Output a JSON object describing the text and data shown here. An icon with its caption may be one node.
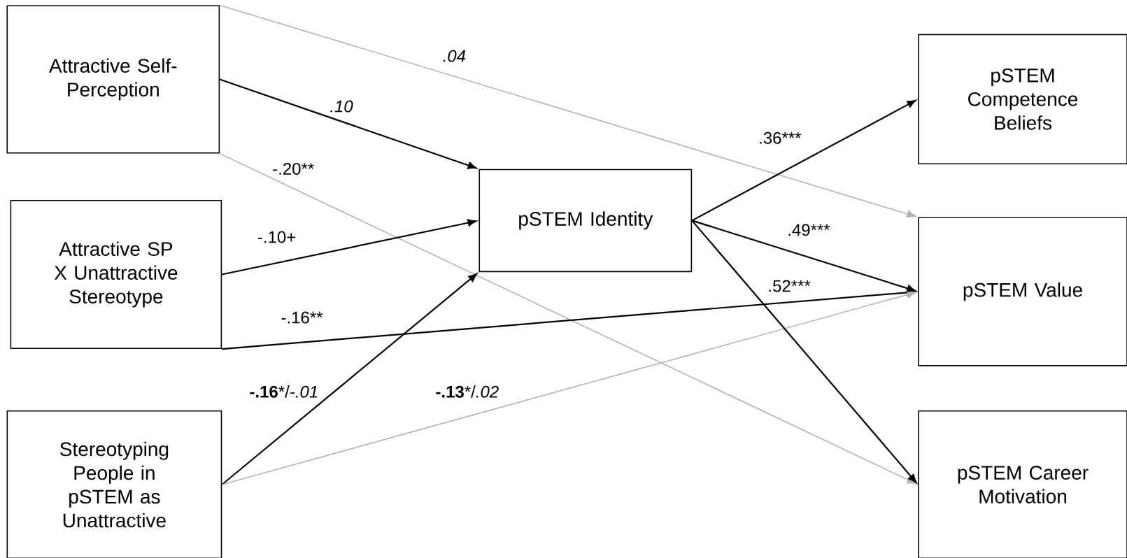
{
  "diagram": {
    "nodes": [
      {
        "text": [
          "Attractive Self-Perception"
        ]
      },
      {
        "text": [
          "Attractive SP X Unattractive Stereotype"
        ]
      },
      {
        "text": [
          "Stereotyping People in pSTEM as Unattractive"
        ]
      },
      {
        "text": [
          "pSTEM Identity"
        ]
      },
      {
        "text": [
          "pSTEM Competence Beliefs"
        ]
      },
      {
        "text": [
          "pSTEM Value"
        ]
      },
      {
        "text": [
          "pSTEM Career Motivation"
        ]
      }
    ],
    "edges": [
      {
        "from": 0,
        "to": 5,
        "arrow": "to",
        "label": ".04",
        "color": "#b4b4b4"
      },
      {
        "from": 0,
        "to": 3,
        "arrow": "to",
        "label": ".10"
      },
      {
        "from": 0,
        "to": 6,
        "arrow": "to",
        "label": "-.20**",
        "color": "#b4b4b4"
      },
      {
        "from": 1,
        "to": 3,
        "arrow": "to",
        "label": "-.10+"
      },
      {
        "from": 1,
        "to": 5,
        "arrow": "to",
        "label": "-.16**"
      },
      {
        "from": 2,
        "to": 3,
        "arrow": "to",
        "label": "**-.16***/*-.01*"
      },
      {
        "from": 2,
        "to": 5,
        "arrow": "to",
        "label": "**-.13***/*.02*",
        "color": "#b4b4b4"
      },
      {
        "from": 3,
        "to": 4,
        "arrow": "to",
        "label": ".36***"
      },
      {
        "from": 3,
        "to": 5,
        "arrow": "to",
        "label": ".49***"
      },
      {
        "from": 3,
        "to": 6,
        "arrow": "to",
        "label": ".52***"
      }
    ]
  }
}
